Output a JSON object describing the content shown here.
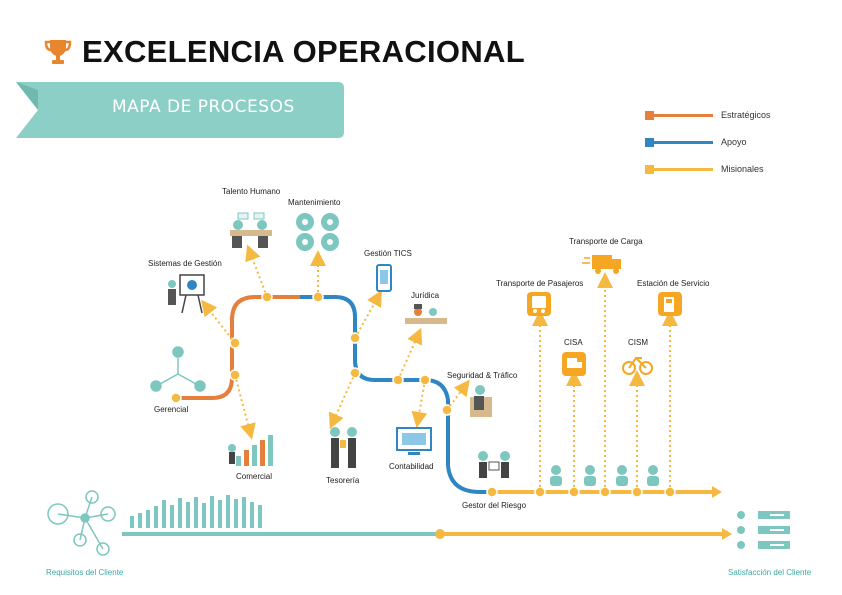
{
  "header": {
    "title": "EXCELENCIA OPERACIONAL",
    "icon": "trophy-icon"
  },
  "banner": {
    "text": "MAPA DE PROCESOS"
  },
  "legend": [
    {
      "label": "Estratégicos",
      "color": "#e67e3c"
    },
    {
      "label": "Apoyo",
      "color": "#2f86c2"
    },
    {
      "label": "Misionales",
      "color": "#f5b942"
    }
  ],
  "nodes": {
    "talento_humano": "Talento Humano",
    "mantenimiento": "Mantenimiento",
    "sistemas_gestion": "Sistemas de Gestión",
    "gestion_tics": "Gestión TICS",
    "juridica": "Jurídica",
    "gerencial": "Gerencial",
    "comercial": "Comercial",
    "tesoreria": "Tesorería",
    "contabilidad": "Contabilidad",
    "seguridad_trafico": "Seguridad & Tráfico",
    "gestor_riesgo": "Gestor del Riesgo",
    "transporte_pasajeros": "Transporte de Pasajeros",
    "transporte_carga": "Transporte de Carga",
    "estacion_servicio": "Estación de Servicio",
    "cisa": "CISA",
    "cism": "CISM",
    "requisitos_cliente": "Requisitos del Cliente",
    "satisfaccion_cliente": "Satisfacción del Cliente"
  }
}
